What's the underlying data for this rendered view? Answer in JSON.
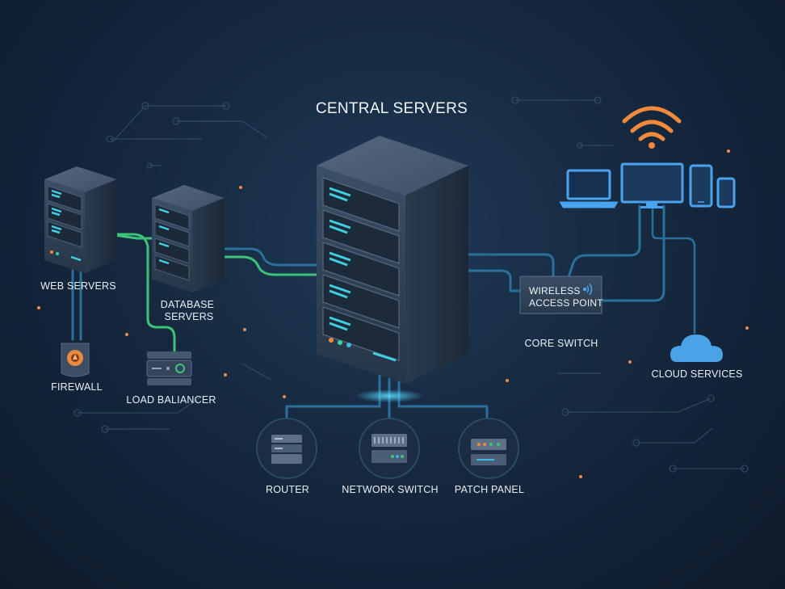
{
  "diagram": {
    "title": "CENTRAL SERVERS",
    "nodes": {
      "web_servers": "WEB SERVERS",
      "database_servers_line1": "DATABASE",
      "database_servers_line2": "SERVERS",
      "firewall": "FIREWALL",
      "load_balancer": "LOAD BALIANCER",
      "router": "ROUTER",
      "network_switch": "NETWORK SWITCH",
      "patch_panel": "PATCH PANEL",
      "wireless_access_point_line1": "WIRELESS",
      "wireless_access_point_line2": "ACCESS POINT",
      "core_switch": "CORE SWITCH",
      "cloud_services": "CLOUD SERVICES"
    },
    "colors": {
      "background": "#16293f",
      "link_green": "#3ec27a",
      "link_blue": "#2b6f9b",
      "led_cyan": "#3fd0e0",
      "wifi_orange": "#f28a3c",
      "device_blue": "#4aa3f0",
      "cloud_blue": "#4aa3e6"
    },
    "icons": [
      "wifi-icon",
      "laptop-icon",
      "monitor-icon",
      "phone-icon",
      "tablet-icon",
      "cloud-icon",
      "firewall-icon",
      "router-icon"
    ]
  }
}
